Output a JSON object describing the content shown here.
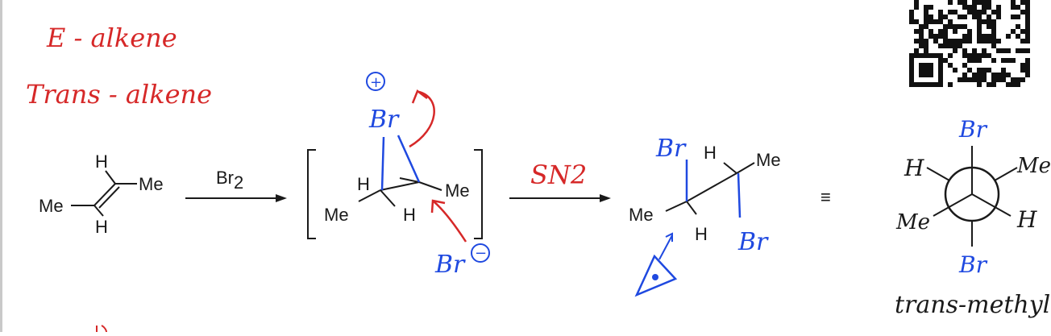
{
  "annotations": {
    "e_alkene": "E - alkene",
    "trans_alkene": "Trans - alkene",
    "sn2": "SN2",
    "trans_methyl": "trans-methyl"
  },
  "reactant": {
    "h_top": "H",
    "me_right": "Me",
    "me_left": "Me",
    "h_bottom": "H"
  },
  "reagent": {
    "br2_base": "Br",
    "br2_sub": "2"
  },
  "bromonium": {
    "charge_plus": "+",
    "br": "Br",
    "h_left": "H",
    "me_right": "Me",
    "me_left": "Me",
    "h_bottom": "H",
    "br_minus": "Br",
    "charge_minus": "−"
  },
  "product": {
    "br_left": "Br",
    "h_top": "H",
    "me_right": "Me",
    "me_left": "Me",
    "h_bottom": "H",
    "br_right": "Br"
  },
  "equivalence_symbol": "≡",
  "newman": {
    "br_top": "Br",
    "h_left": "H",
    "me_right": "Me",
    "me_left": "Me",
    "h_right": "H",
    "br_bottom": "Br"
  },
  "colors": {
    "annotation_red": "#d62828",
    "annotation_blue": "#1f49e0",
    "structure_black": "#1a1a1a"
  },
  "icons": {
    "qr": "qr-code-icon",
    "eye": "eye-icon"
  }
}
